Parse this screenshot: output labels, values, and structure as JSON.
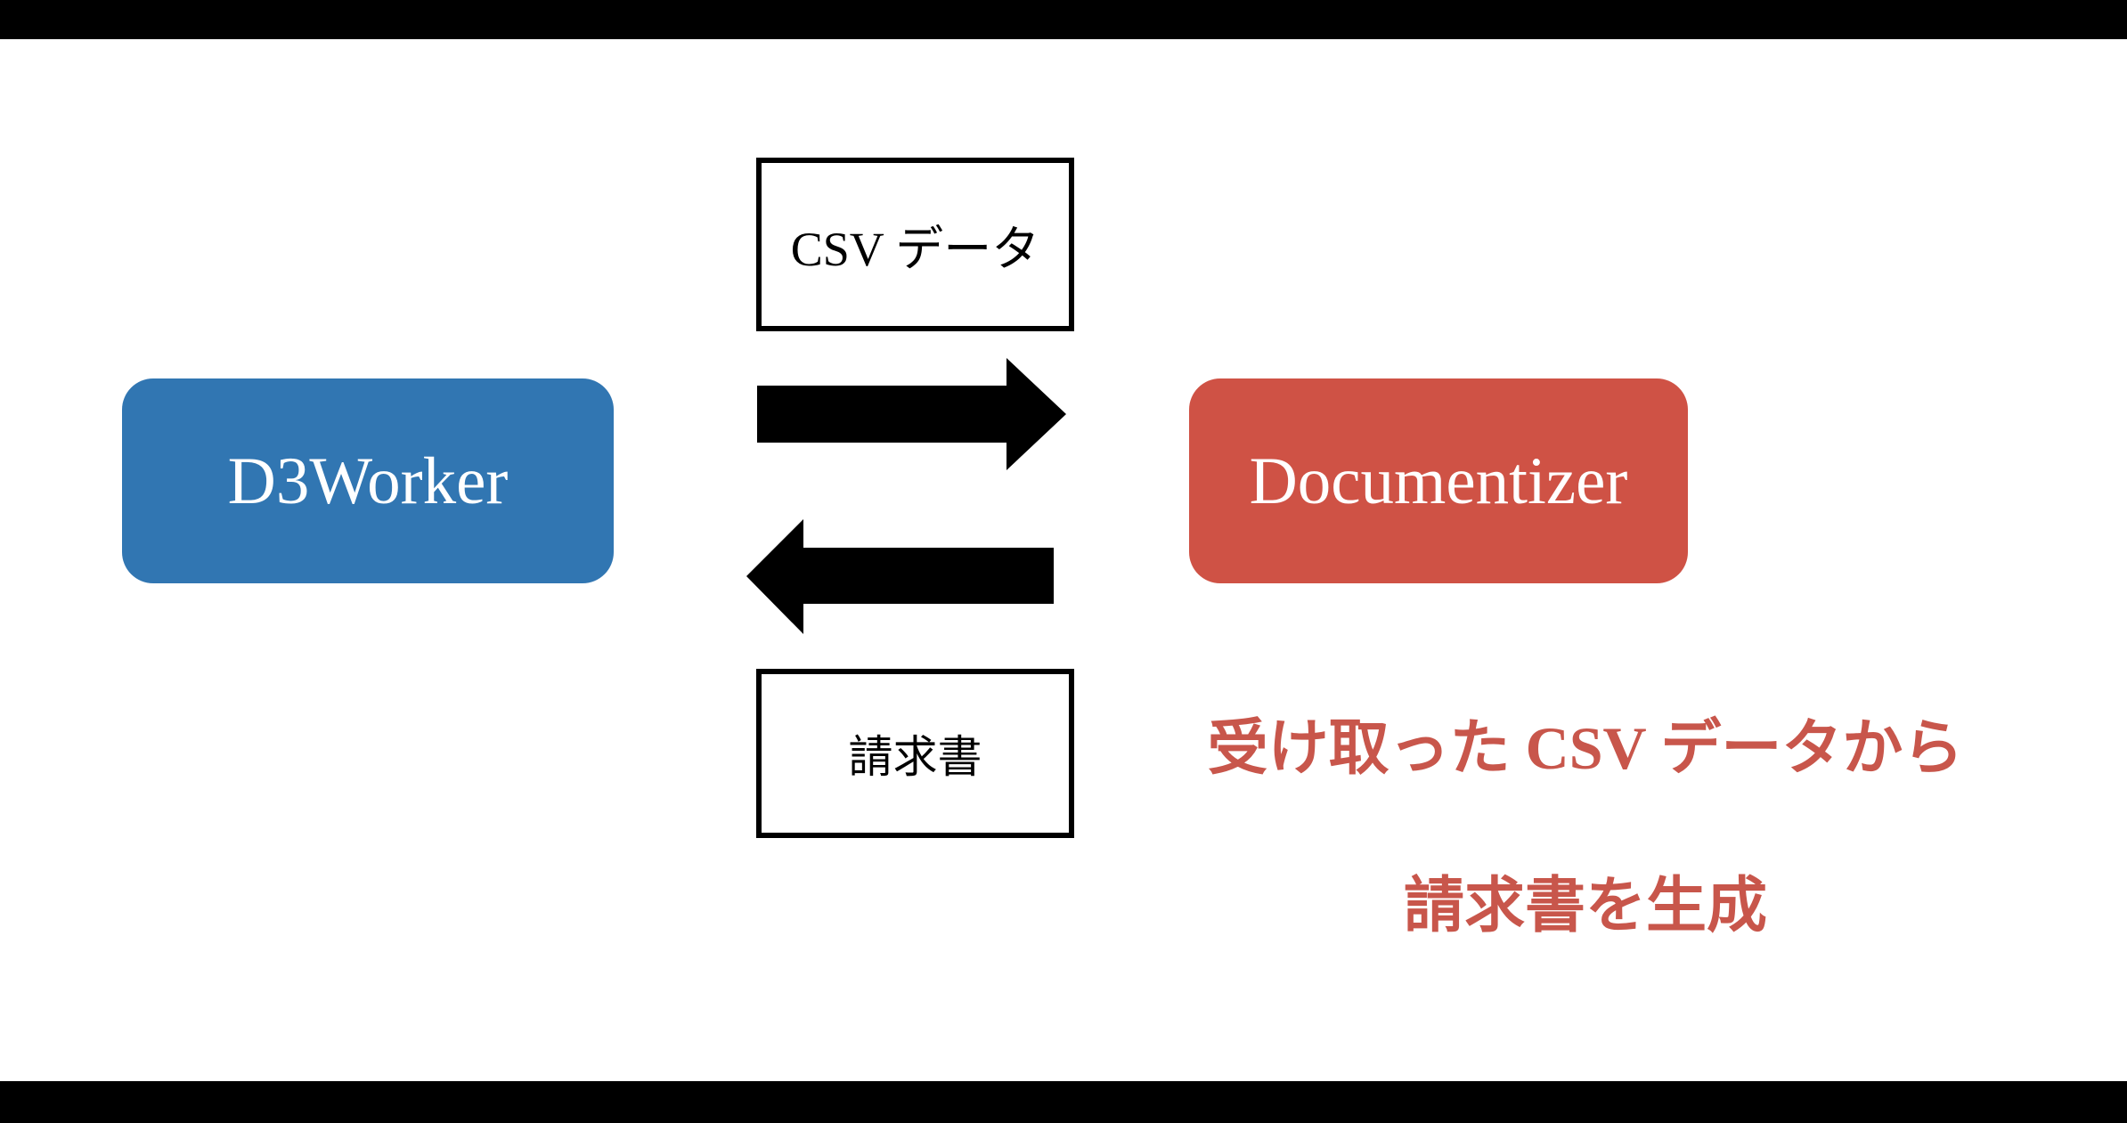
{
  "canvas": {
    "background": "#ffffff",
    "letterbox_color": "#000000"
  },
  "nodes": {
    "d3worker": {
      "label": "D3Worker",
      "fill": "#3176B2",
      "text_color": "#ffffff"
    },
    "documentizer": {
      "label": "Documentizer",
      "fill": "#CF5245",
      "text_color": "#ffffff"
    }
  },
  "flow_labels": {
    "csv": {
      "label": "CSV データ",
      "border_color": "#000000",
      "text_color": "#000000"
    },
    "invoice": {
      "label": "請求書",
      "border_color": "#000000",
      "text_color": "#000000"
    }
  },
  "arrows": {
    "color": "#000000",
    "right_arrow": "points-right",
    "left_arrow": "points-left"
  },
  "annotation": {
    "color": "#C8564B",
    "line1": "受け取った CSV データから",
    "line2": "請求書を生成"
  }
}
